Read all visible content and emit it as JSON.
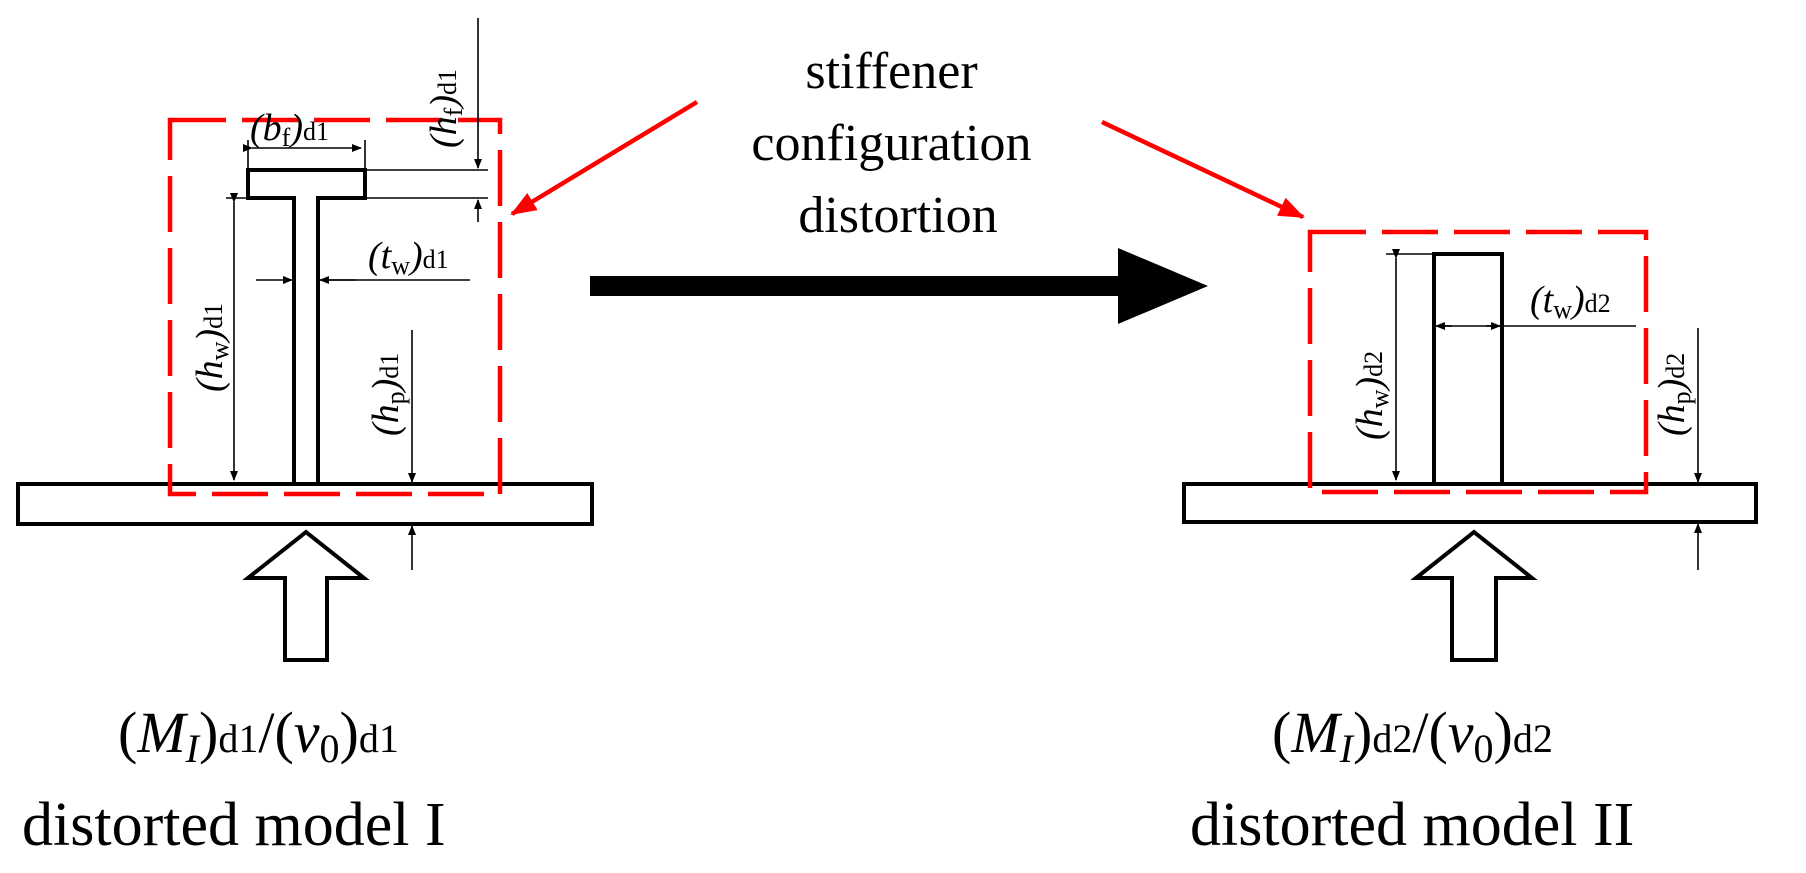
{
  "colors": {
    "line": "#000000",
    "boundary": "#ff0000"
  },
  "annotation": {
    "lines": [
      "stiffener",
      "configuration",
      "distortion"
    ]
  },
  "model1": {
    "caption": "distorted model I",
    "ratio": {
      "m": "M",
      "m_sub": "I",
      "m_idx": "d1",
      "sep": "/",
      "v": "v",
      "v_sub": "0",
      "v_idx": "d1"
    },
    "dims": {
      "bf": {
        "sym": "b",
        "sub": "f",
        "idx": "d1"
      },
      "hf": {
        "sym": "h",
        "sub": "f",
        "idx": "d1"
      },
      "tw": {
        "sym": "t",
        "sub": "w",
        "idx": "d1"
      },
      "hw": {
        "sym": "h",
        "sub": "w",
        "idx": "d1"
      },
      "hp": {
        "sym": "h",
        "sub": "p",
        "idx": "d1"
      }
    }
  },
  "model2": {
    "caption": "distorted model II",
    "ratio": {
      "m": "M",
      "m_sub": "I",
      "m_idx": "d2",
      "sep": "/",
      "v": "v",
      "v_sub": "0",
      "v_idx": "d2"
    },
    "dims": {
      "tw": {
        "sym": "t",
        "sub": "w",
        "idx": "d2"
      },
      "hw": {
        "sym": "h",
        "sub": "w",
        "idx": "d2"
      },
      "hp": {
        "sym": "h",
        "sub": "p",
        "idx": "d2"
      }
    }
  }
}
